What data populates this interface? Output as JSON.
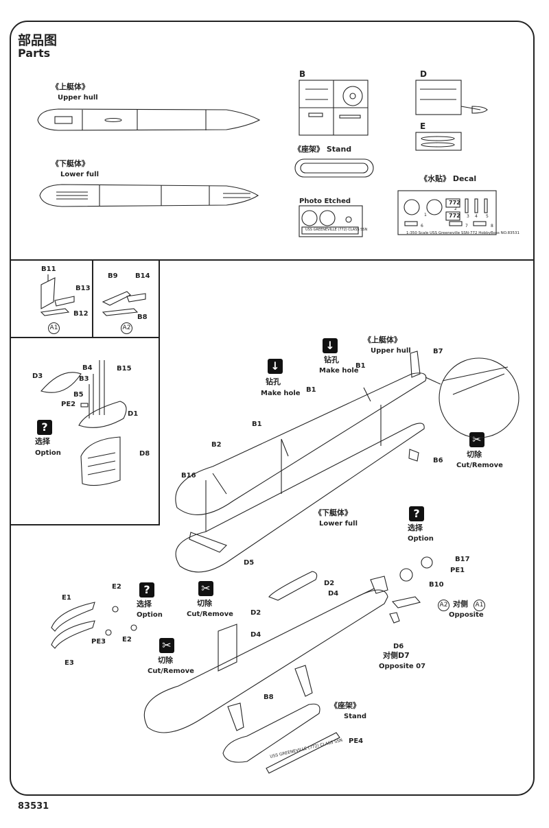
{
  "header": {
    "title_cn": "部品图",
    "title_en": "Parts"
  },
  "parts": {
    "upper_hull": {
      "cn": "《上艇体》",
      "en": "Upper hull"
    },
    "lower_hull": {
      "cn": "《下艇体》",
      "en": "Lower full"
    },
    "sprues": {
      "b": "B",
      "d": "D",
      "e": "E"
    },
    "stand": {
      "cn": "《座架》",
      "en": "Stand"
    },
    "photo_etched": "Photo  Etched",
    "pe_plate_text": "USS GREENEVILLE (772) CLASS SSN",
    "decal": {
      "label": "《水贴》 Decal",
      "caption": "1:350 Scale   USS Greeneville SSN-772   HobbyBoss   NO.83531",
      "numbers": [
        "1",
        "2",
        "3",
        "4",
        "5",
        "6",
        "7",
        "8"
      ],
      "hull_number": "772"
    }
  },
  "steps": {
    "a1": {
      "parts": [
        "B11",
        "B13",
        "B12"
      ],
      "tag": "A1"
    },
    "a2": {
      "parts": [
        "B9",
        "B14",
        "B8"
      ],
      "tag": "A2"
    },
    "sail": {
      "parts": [
        "D3",
        "B4",
        "B15",
        "B3",
        "B5",
        "PE2",
        "D1",
        "D8"
      ],
      "option_cn": "选择",
      "option_en": "Option"
    }
  },
  "main": {
    "make_hole_cn": "钻孔",
    "make_hole_en": "Make hole",
    "upper_hull_cn": "《上艇体》",
    "upper_hull_en": "Upper hull",
    "lower_hull_cn": "《下艇体》",
    "lower_hull_en": "Lower full",
    "cut_cn": "切除",
    "cut_en": "Cut/Remove",
    "option_cn": "选择",
    "option_en": "Option",
    "labels": {
      "b1": "B1",
      "b2": "B2",
      "b16": "B16",
      "b7": "B7",
      "b6": "B6",
      "d5": "D5",
      "b17": "B17",
      "pe1": "PE1",
      "b10": "B10",
      "e1": "E1",
      "e2": "E2",
      "e3": "E3",
      "pe3": "PE3",
      "d2": "D2",
      "d4": "D4",
      "d6": "D6",
      "d7_cn": "对侧D7",
      "d7_en": "Opposite 07",
      "b8": "B8",
      "pe4": "PE4",
      "a2": "A2",
      "a1": "A1",
      "opposite_cn": "对侧",
      "opposite_en": "Opposite",
      "stand_cn": "《座架》",
      "stand_en": "Stand"
    }
  },
  "footer": {
    "page_number": "83531"
  }
}
